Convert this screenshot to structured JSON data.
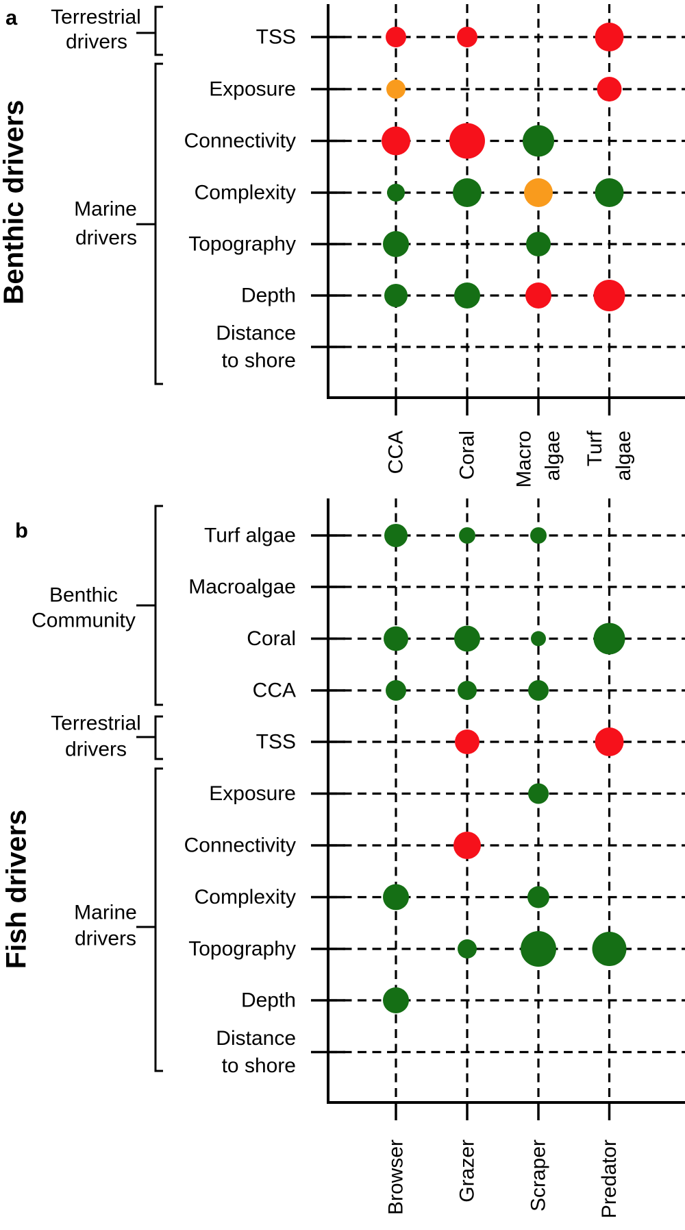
{
  "colors": {
    "red": "#F6111B",
    "orange": "#F99B1D",
    "green": "#156F15",
    "axis": "#000000",
    "text": "#000000"
  },
  "chart_data": [
    {
      "type": "scatter",
      "panel_label": "a",
      "axis_title": "Benthic drivers",
      "x_categories": [
        "CCA",
        "Coral",
        "Macro algae",
        "Turf algae"
      ],
      "x_display": [
        [
          "CCA"
        ],
        [
          "Coral"
        ],
        [
          "Macro",
          "algae"
        ],
        [
          "Turf",
          "algae"
        ]
      ],
      "y_categories": [
        "TSS",
        "Exposure",
        "Connectivity",
        "Complexity",
        "Topography",
        "Depth",
        "Distance to shore"
      ],
      "y_display": [
        [
          "TSS"
        ],
        [
          "Exposure"
        ],
        [
          "Connectivity"
        ],
        [
          "Complexity"
        ],
        [
          "Topography"
        ],
        [
          "Depth"
        ],
        [
          "Distance",
          "to shore"
        ]
      ],
      "y_groups": [
        {
          "label": "Terrestrial drivers",
          "label_lines": [
            "Terrestrial",
            "drivers"
          ],
          "rows": [
            "TSS"
          ]
        },
        {
          "label": "Marine drivers",
          "label_lines": [
            "Marine",
            "drivers"
          ],
          "rows": [
            "Exposure",
            "Connectivity",
            "Complexity",
            "Topography",
            "Depth",
            "Distance to shore"
          ]
        }
      ],
      "points": [
        {
          "x": "CCA",
          "y": "TSS",
          "color": "red",
          "r": 15
        },
        {
          "x": "Coral",
          "y": "TSS",
          "color": "red",
          "r": 15
        },
        {
          "x": "Turf algae",
          "y": "TSS",
          "color": "red",
          "r": 21
        },
        {
          "x": "CCA",
          "y": "Exposure",
          "color": "orange",
          "r": 14
        },
        {
          "x": "Turf algae",
          "y": "Exposure",
          "color": "red",
          "r": 18
        },
        {
          "x": "CCA",
          "y": "Connectivity",
          "color": "red",
          "r": 21
        },
        {
          "x": "Coral",
          "y": "Connectivity",
          "color": "red",
          "r": 26
        },
        {
          "x": "Macro algae",
          "y": "Connectivity",
          "color": "green",
          "r": 23
        },
        {
          "x": "CCA",
          "y": "Complexity",
          "color": "green",
          "r": 13
        },
        {
          "x": "Coral",
          "y": "Complexity",
          "color": "green",
          "r": 21
        },
        {
          "x": "Macro algae",
          "y": "Complexity",
          "color": "orange",
          "r": 21
        },
        {
          "x": "Turf algae",
          "y": "Complexity",
          "color": "green",
          "r": 21
        },
        {
          "x": "CCA",
          "y": "Topography",
          "color": "green",
          "r": 19
        },
        {
          "x": "Macro algae",
          "y": "Topography",
          "color": "green",
          "r": 18
        },
        {
          "x": "CCA",
          "y": "Depth",
          "color": "green",
          "r": 17
        },
        {
          "x": "Coral",
          "y": "Depth",
          "color": "green",
          "r": 19
        },
        {
          "x": "Macro algae",
          "y": "Depth",
          "color": "red",
          "r": 19
        },
        {
          "x": "Turf algae",
          "y": "Depth",
          "color": "red",
          "r": 23
        }
      ]
    },
    {
      "type": "scatter",
      "panel_label": "b",
      "axis_title": "Fish drivers",
      "x_categories": [
        "Browser",
        "Grazer",
        "Scraper",
        "Predator"
      ],
      "x_display": [
        [
          "Browser"
        ],
        [
          "Grazer"
        ],
        [
          "Scraper"
        ],
        [
          "Predator"
        ]
      ],
      "y_categories": [
        "Turf algae",
        "Macroalgae",
        "Coral",
        "CCA",
        "TSS",
        "Exposure",
        "Connectivity",
        "Complexity",
        "Topography",
        "Depth",
        "Distance to shore"
      ],
      "y_display": [
        [
          "Turf algae"
        ],
        [
          "Macroalgae"
        ],
        [
          "Coral"
        ],
        [
          "CCA"
        ],
        [
          "TSS"
        ],
        [
          "Exposure"
        ],
        [
          "Connectivity"
        ],
        [
          "Complexity"
        ],
        [
          "Topography"
        ],
        [
          "Depth"
        ],
        [
          "Distance",
          "to shore"
        ]
      ],
      "y_groups": [
        {
          "label": "Benthic Community",
          "label_lines": [
            "Benthic",
            "Community"
          ],
          "rows": [
            "Turf algae",
            "Macroalgae",
            "Coral",
            "CCA"
          ]
        },
        {
          "label": "Terrestrial drivers",
          "label_lines": [
            "Terrestrial",
            "drivers"
          ],
          "rows": [
            "TSS"
          ]
        },
        {
          "label": "Marine drivers",
          "label_lines": [
            "Marine",
            "drivers"
          ],
          "rows": [
            "Exposure",
            "Connectivity",
            "Complexity",
            "Topography",
            "Depth",
            "Distance to shore"
          ]
        }
      ],
      "points": [
        {
          "x": "Browser",
          "y": "Turf algae",
          "color": "green",
          "r": 17
        },
        {
          "x": "Grazer",
          "y": "Turf algae",
          "color": "green",
          "r": 12
        },
        {
          "x": "Scraper",
          "y": "Turf algae",
          "color": "green",
          "r": 12
        },
        {
          "x": "Browser",
          "y": "Coral",
          "color": "green",
          "r": 18
        },
        {
          "x": "Grazer",
          "y": "Coral",
          "color": "green",
          "r": 19
        },
        {
          "x": "Scraper",
          "y": "Coral",
          "color": "green",
          "r": 11
        },
        {
          "x": "Predator",
          "y": "Coral",
          "color": "green",
          "r": 23
        },
        {
          "x": "Browser",
          "y": "CCA",
          "color": "green",
          "r": 15
        },
        {
          "x": "Grazer",
          "y": "CCA",
          "color": "green",
          "r": 14
        },
        {
          "x": "Scraper",
          "y": "CCA",
          "color": "green",
          "r": 15
        },
        {
          "x": "Grazer",
          "y": "TSS",
          "color": "red",
          "r": 18
        },
        {
          "x": "Predator",
          "y": "TSS",
          "color": "red",
          "r": 21
        },
        {
          "x": "Scraper",
          "y": "Exposure",
          "color": "green",
          "r": 15
        },
        {
          "x": "Grazer",
          "y": "Connectivity",
          "color": "red",
          "r": 20
        },
        {
          "x": "Browser",
          "y": "Complexity",
          "color": "green",
          "r": 19
        },
        {
          "x": "Scraper",
          "y": "Complexity",
          "color": "green",
          "r": 16
        },
        {
          "x": "Grazer",
          "y": "Topography",
          "color": "green",
          "r": 14
        },
        {
          "x": "Scraper",
          "y": "Topography",
          "color": "green",
          "r": 26
        },
        {
          "x": "Predator",
          "y": "Topography",
          "color": "green",
          "r": 25
        },
        {
          "x": "Browser",
          "y": "Depth",
          "color": "green",
          "r": 19
        }
      ]
    }
  ]
}
